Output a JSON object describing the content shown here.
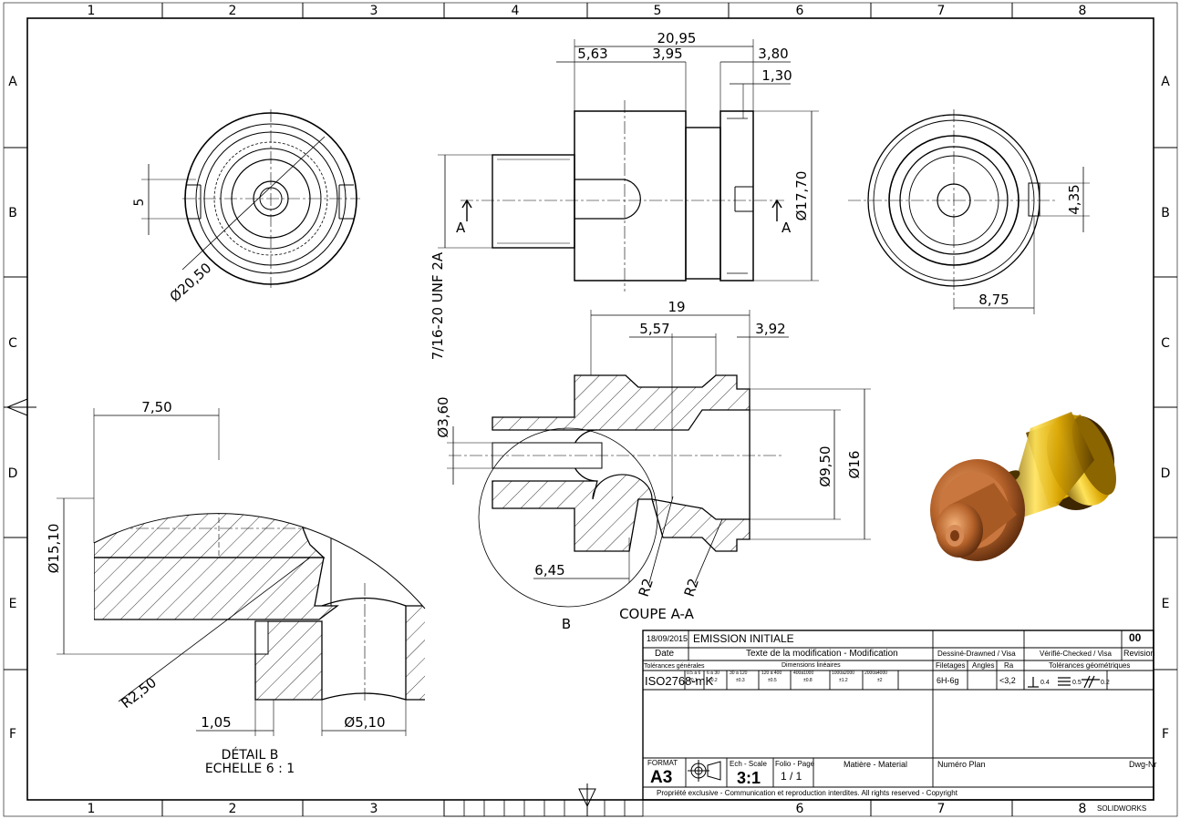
{
  "frame": {
    "columns": [
      "1",
      "2",
      "3",
      "4",
      "5",
      "6",
      "7",
      "8"
    ],
    "rows": [
      "A",
      "B",
      "C",
      "D",
      "E",
      "F"
    ]
  },
  "views": {
    "front": {
      "dims": [
        "20,95",
        "5,63",
        "3,95",
        "3,80",
        "1,30",
        "Ø17,70",
        "7/16-20 UNF 2A"
      ],
      "section_mark": "A"
    },
    "left": {
      "dims": [
        "5",
        "Ø20,50"
      ]
    },
    "right": {
      "dims": [
        "4,35",
        "8,75"
      ]
    },
    "section": {
      "dims": [
        "19",
        "5,57",
        "3,92",
        "Ø3,60",
        "Ø9,50",
        "Ø16",
        "6,45",
        "R2",
        "R2"
      ],
      "title": "COUPE A-A",
      "detail_mark": "B"
    },
    "detail": {
      "dims": [
        "7,50",
        "Ø15,10",
        "R2,50",
        "1,05",
        "Ø5,10"
      ],
      "title": "DÉTAIL B",
      "scale": "ECHELLE 6 : 1"
    }
  },
  "title_block": {
    "date_value": "18/09/2015",
    "modification": "EMISSION INITIALE",
    "revision_value": "00",
    "date_label": "Date",
    "modif_label": "Texte de la modification - Modification",
    "drawn_label": "Dessiné-Drawned / Visa",
    "checked_label": "Vérifié-Checked / Visa",
    "revision_label": "Revision",
    "tol_gen_label": "Tolérances générales",
    "tol_gen_value": "ISO2768-mK",
    "lin_label": "Dimensions linéaires",
    "lin_ranges": [
      {
        "range": "0.5 à 6",
        "tol": "±0.1"
      },
      {
        "range": "6 à 30",
        "tol": "±0.2"
      },
      {
        "range": "30 à 120",
        "tol": "±0.3"
      },
      {
        "range": "120 à 400",
        "tol": "±0.5"
      },
      {
        "range": "400à1000",
        "tol": "±0.8"
      },
      {
        "range": "1000à2000",
        "tol": "±1.2"
      },
      {
        "range": "2000à4000",
        "tol": "±2"
      }
    ],
    "thread_label": "Filetages",
    "thread_value": "6H-6g",
    "angles_label": "Angles",
    "ra_label": "Ra",
    "ra_value": "<3,2",
    "geo_label": "Tolérances géométriques",
    "geo_values": [
      "0.4",
      "0.5",
      "0.2"
    ],
    "format_label": "FORMAT",
    "format_value": "A3",
    "scale_label": "Ech - Scale",
    "scale_value": "3:1",
    "folio_label": "Folio - Page",
    "folio_value": "1 / 1",
    "material_label": "Matière - Material",
    "plan_label": "Numéro Plan",
    "dwg_label": "Dwg-Nr",
    "copyright": "Propriété exclusive - Communication et reproduction interdites. All rights reserved - Copyright",
    "software": "SOLIDWORKS"
  },
  "colors": {
    "line": "#000000",
    "bronze": "#b5622a",
    "gold": "#d9a400"
  }
}
